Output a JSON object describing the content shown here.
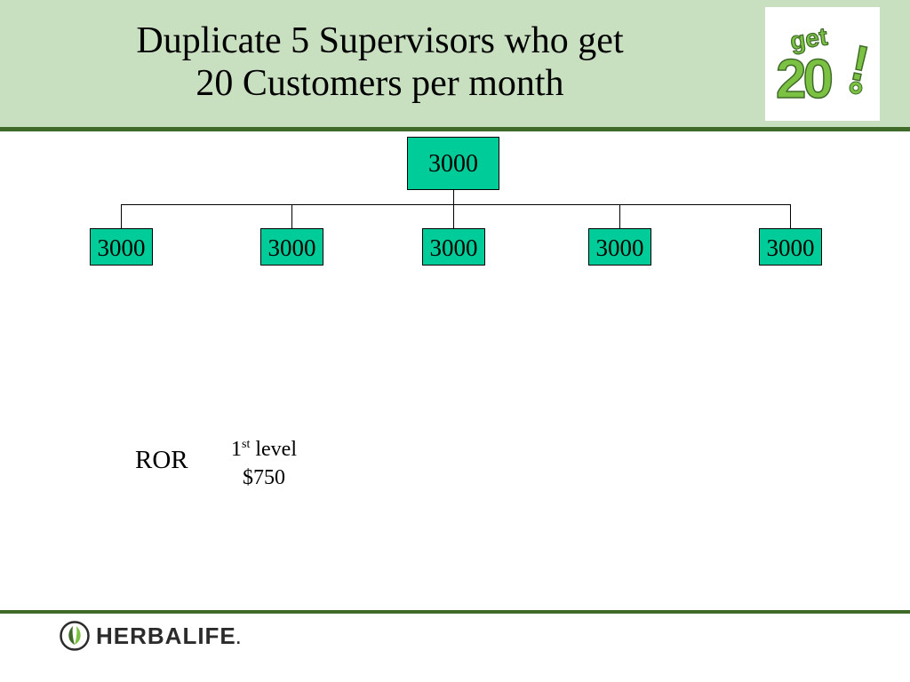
{
  "slide": {
    "title_line1": "Duplicate 5 Supervisors who get",
    "title_line2": "20 Customers per month"
  },
  "logo": {
    "get_text": "get",
    "number_text": "20",
    "mark_text": "!",
    "icon": "flower-icon"
  },
  "org_chart": {
    "top_value": "3000",
    "children": [
      "3000",
      "3000",
      "3000",
      "3000",
      "3000"
    ]
  },
  "ror": {
    "label": "ROR",
    "level_number": "1",
    "level_suffix": "st",
    "level_word": "level",
    "amount": "$750"
  },
  "footer": {
    "brand": "HERBALIFE",
    "brand_mark": ".",
    "icon": "leaf-icon"
  },
  "colors": {
    "header_bg": "#c8e0c0",
    "rule": "#3f6b2a",
    "node_fill": "#00cc99",
    "logo_green": "#7cc242"
  }
}
